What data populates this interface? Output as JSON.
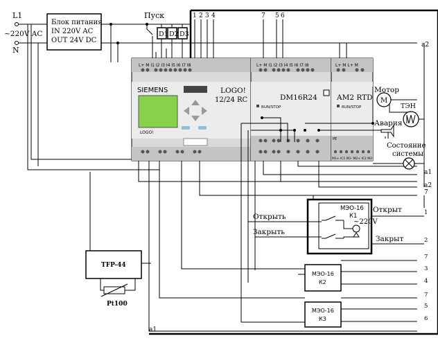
{
  "supply": {
    "l1": "L1",
    "n": "N",
    "voltage": "~220V AC"
  },
  "psu": {
    "line1": "Блок питания",
    "line2": "IN 220V AC",
    "line3": "OUT 24V DC"
  },
  "start_label": "Пуск",
  "diodes": [
    "D1",
    "D2",
    "D3"
  ],
  "terminal_numbers_top_left": [
    "1",
    "2",
    "3",
    "4"
  ],
  "terminal_numbers_top_right": [
    "7",
    "5",
    "6"
  ],
  "plc": {
    "brand": "SIEMENS",
    "model_line1": "LOGO!",
    "model_line2": "12/24 RC",
    "small_logo": "LOGO!",
    "main_inputs_label": "L+ M I1 I2 I3 I4 I5 I6 I7 I8",
    "ext1_model": "DM16R24",
    "ext1_run": "RUN/STOP",
    "ext1_inputs_label": "L+ M I1 I2 I3 I4 I5 I6 I7 I8",
    "ext2_model": "AM2 RTD",
    "ext2_run": "RUN/STOP",
    "ext2_power_label": "L+ M  L+ M",
    "ext2_bottom_label": "M1+ IC1 M1- M2+ IC2 M2-",
    "pe_label": "PE"
  },
  "loads": {
    "motor": "Мотор",
    "motor_symbol": "M",
    "heater": "ТЭН",
    "alarm": "Авария",
    "status_line1": "Состояние",
    "status_line2": "системы"
  },
  "bus_labels": {
    "a2_top": "a2",
    "a1_right": "a1",
    "a2_right": "a2",
    "a1_bottom": "a1",
    "n7": "7"
  },
  "sensor": {
    "name": "TFP-44",
    "element": "Pt100"
  },
  "actuators": {
    "k1_line1": "МЭО-16",
    "k1_line2": "К1",
    "k2_line1": "МЭО-16",
    "k2_line2": "К2",
    "k3_line1": "МЭО-16",
    "k3_line2": "К3",
    "voltage": "~220V",
    "open_label": "Открыть",
    "close_label": "Закрыть",
    "opened_label": "Открыт",
    "closed_label": "Закрыт"
  },
  "right_numbers": [
    "1",
    "2",
    "7",
    "3",
    "4",
    "7",
    "5",
    "6"
  ]
}
